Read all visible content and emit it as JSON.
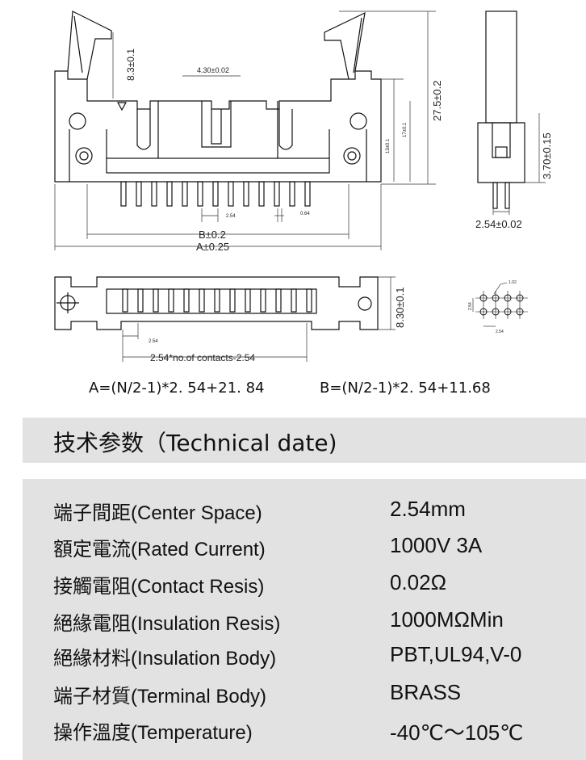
{
  "drawing": {
    "front_view": {
      "dim_height": "8.3±0.1",
      "dim_key": "4.30±0.02",
      "dim_inner_13": "13±0.1",
      "dim_inner_17": "17±0.1",
      "dim_total_height": "27.5±0.2",
      "dim_pitch": "2.54",
      "dim_pin_width": "0.64",
      "dim_B": "B±0.2",
      "dim_A": "A±0.25"
    },
    "side_view": {
      "dim_pin_length": "3.70±0.15",
      "dim_pitch": "2.54±0.02"
    },
    "top_view": {
      "dim_depth": "8.30±0.1",
      "dim_pitch": "2.54",
      "dim_span": "2.54*no.of contacts-2.54"
    },
    "footprint": {
      "dim_hole": "1.02",
      "dim_row": "2.54",
      "dim_col": "2.54"
    },
    "formula_A": "A=(N/2-1)*2. 54+21. 84",
    "formula_B": "B=(N/2-1)*2. 54+11.68"
  },
  "section_title": "技术参数（Technical date)",
  "specs": [
    {
      "label": "端子間距(Center Space)",
      "value": "2.54mm"
    },
    {
      "label": "額定電流(Rated Current)",
      "value": "1000V 3A"
    },
    {
      "label": "接觸電阻(Contact Resis)",
      "value": "0.02Ω"
    },
    {
      "label": "絕緣電阻(Insulation Resis)",
      "value": "1000MΩMin"
    },
    {
      "label": "絕緣材料(Insulation Body)",
      "value": "PBT,UL94,V-0"
    },
    {
      "label": "端子材質(Terminal Body)",
      "value": "BRASS"
    },
    {
      "label": "操作溫度(Temperature)",
      "value": "-40℃～105℃"
    }
  ],
  "colors": {
    "panel": "#e2e2e2",
    "line": "#111111",
    "dimension": "#333333"
  }
}
